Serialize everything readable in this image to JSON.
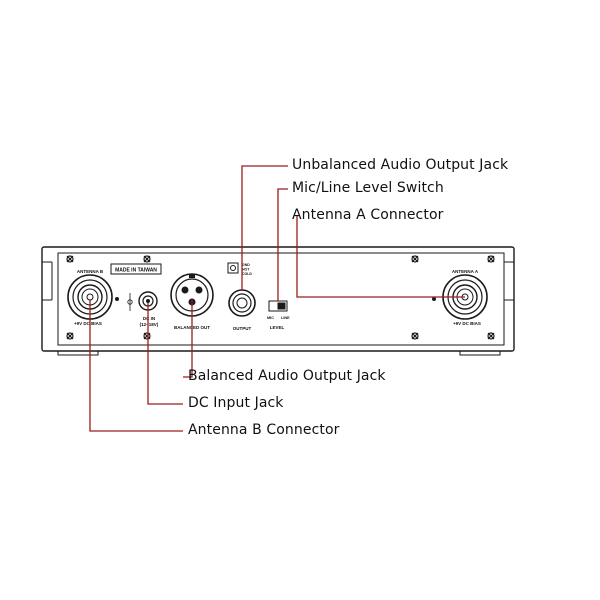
{
  "callouts": {
    "unbalanced": "Unbalanced Audio Output Jack",
    "level_switch": "Mic/Line Level Switch",
    "antenna_a": "Antenna A Connector",
    "balanced": "Balanced Audio Output Jack",
    "dc_input": "DC Input Jack",
    "antenna_b": "Antenna B Connector"
  },
  "panel_labels": {
    "antenna_b": "ANTENNA B",
    "antenna_a": "ANTENNA A",
    "made_in": "MADE IN TAIWAN",
    "bias_left": "+9V DC BIAS",
    "bias_right": "+9V DC BIAS",
    "dc_in_line1": "DC IN",
    "dc_in_line2": "(12~18V)",
    "balanced_out": "BALANCED OUT",
    "output": "OUTPUT",
    "level": "LEVEL",
    "mic": "MIC",
    "line": "LINE",
    "gnd": "GND",
    "hot": "HOT",
    "cold": "COLD"
  },
  "colors": {
    "leader_line": "#9b1c1c",
    "outline": "#1a1a1a",
    "text": "#111111"
  }
}
